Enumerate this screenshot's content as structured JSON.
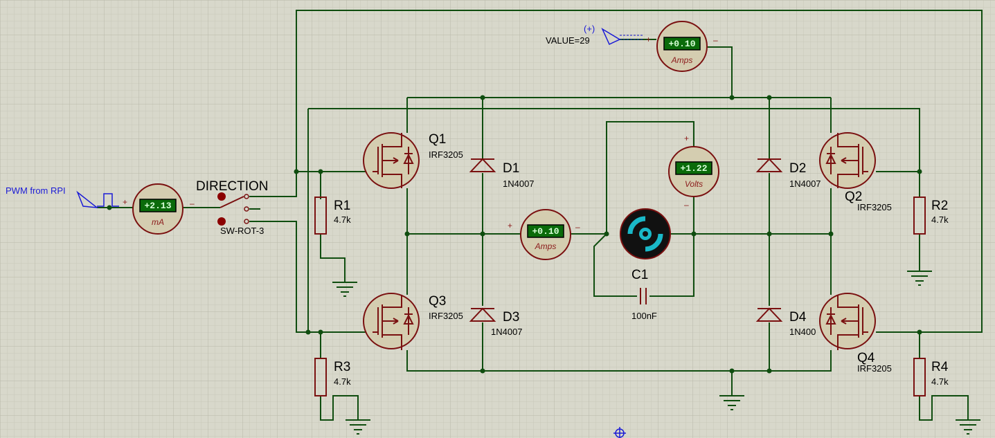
{
  "pwm_source": {
    "label": "PWM from RPI"
  },
  "dc_source": {
    "label": "VALUE=29",
    "polarity": "(+)"
  },
  "switch": {
    "name": "DIRECTION",
    "part": "SW-ROT-3"
  },
  "meters": {
    "ma_meter": {
      "value": "+2.13",
      "unit": "mA",
      "plus": "+",
      "minus": "–"
    },
    "top_ammeter": {
      "value": "+0.10",
      "unit": "Amps",
      "plus": "+",
      "minus": "–"
    },
    "mid_ammeter": {
      "value": "+0.10",
      "unit": "Amps",
      "plus": "+",
      "minus": "–"
    },
    "voltmeter": {
      "value": "+1.22",
      "unit": "Volts",
      "plus": "+",
      "minus": "–"
    }
  },
  "transistors": {
    "q1": {
      "name": "Q1",
      "part": "IRF3205"
    },
    "q2": {
      "name": "Q2",
      "part": "IRF3205"
    },
    "q3": {
      "name": "Q3",
      "part": "IRF3205"
    },
    "q4": {
      "name": "Q4",
      "part": "IRF3205"
    }
  },
  "diodes": {
    "d1": {
      "name": "D1",
      "part": "1N4007"
    },
    "d2": {
      "name": "D2",
      "part": "1N4007"
    },
    "d3": {
      "name": "D3",
      "part": "1N4007"
    },
    "d4": {
      "name": "D4",
      "part": "1N400"
    }
  },
  "resistors": {
    "r1": {
      "name": "R1",
      "value": "4.7k"
    },
    "r2": {
      "name": "R2",
      "value": "4.7k"
    },
    "r3": {
      "name": "R3",
      "value": "4.7k"
    },
    "r4": {
      "name": "R4",
      "value": "4.7k"
    }
  },
  "capacitor": {
    "name": "C1",
    "value": "100nF"
  },
  "colors": {
    "wire": "#0f4d0f",
    "component": "#7a1010",
    "lcd": "#0a6b0a",
    "label_blue": "#1a1ad6",
    "motor": "#1ab8c8",
    "grid": "#c4c4b4"
  }
}
